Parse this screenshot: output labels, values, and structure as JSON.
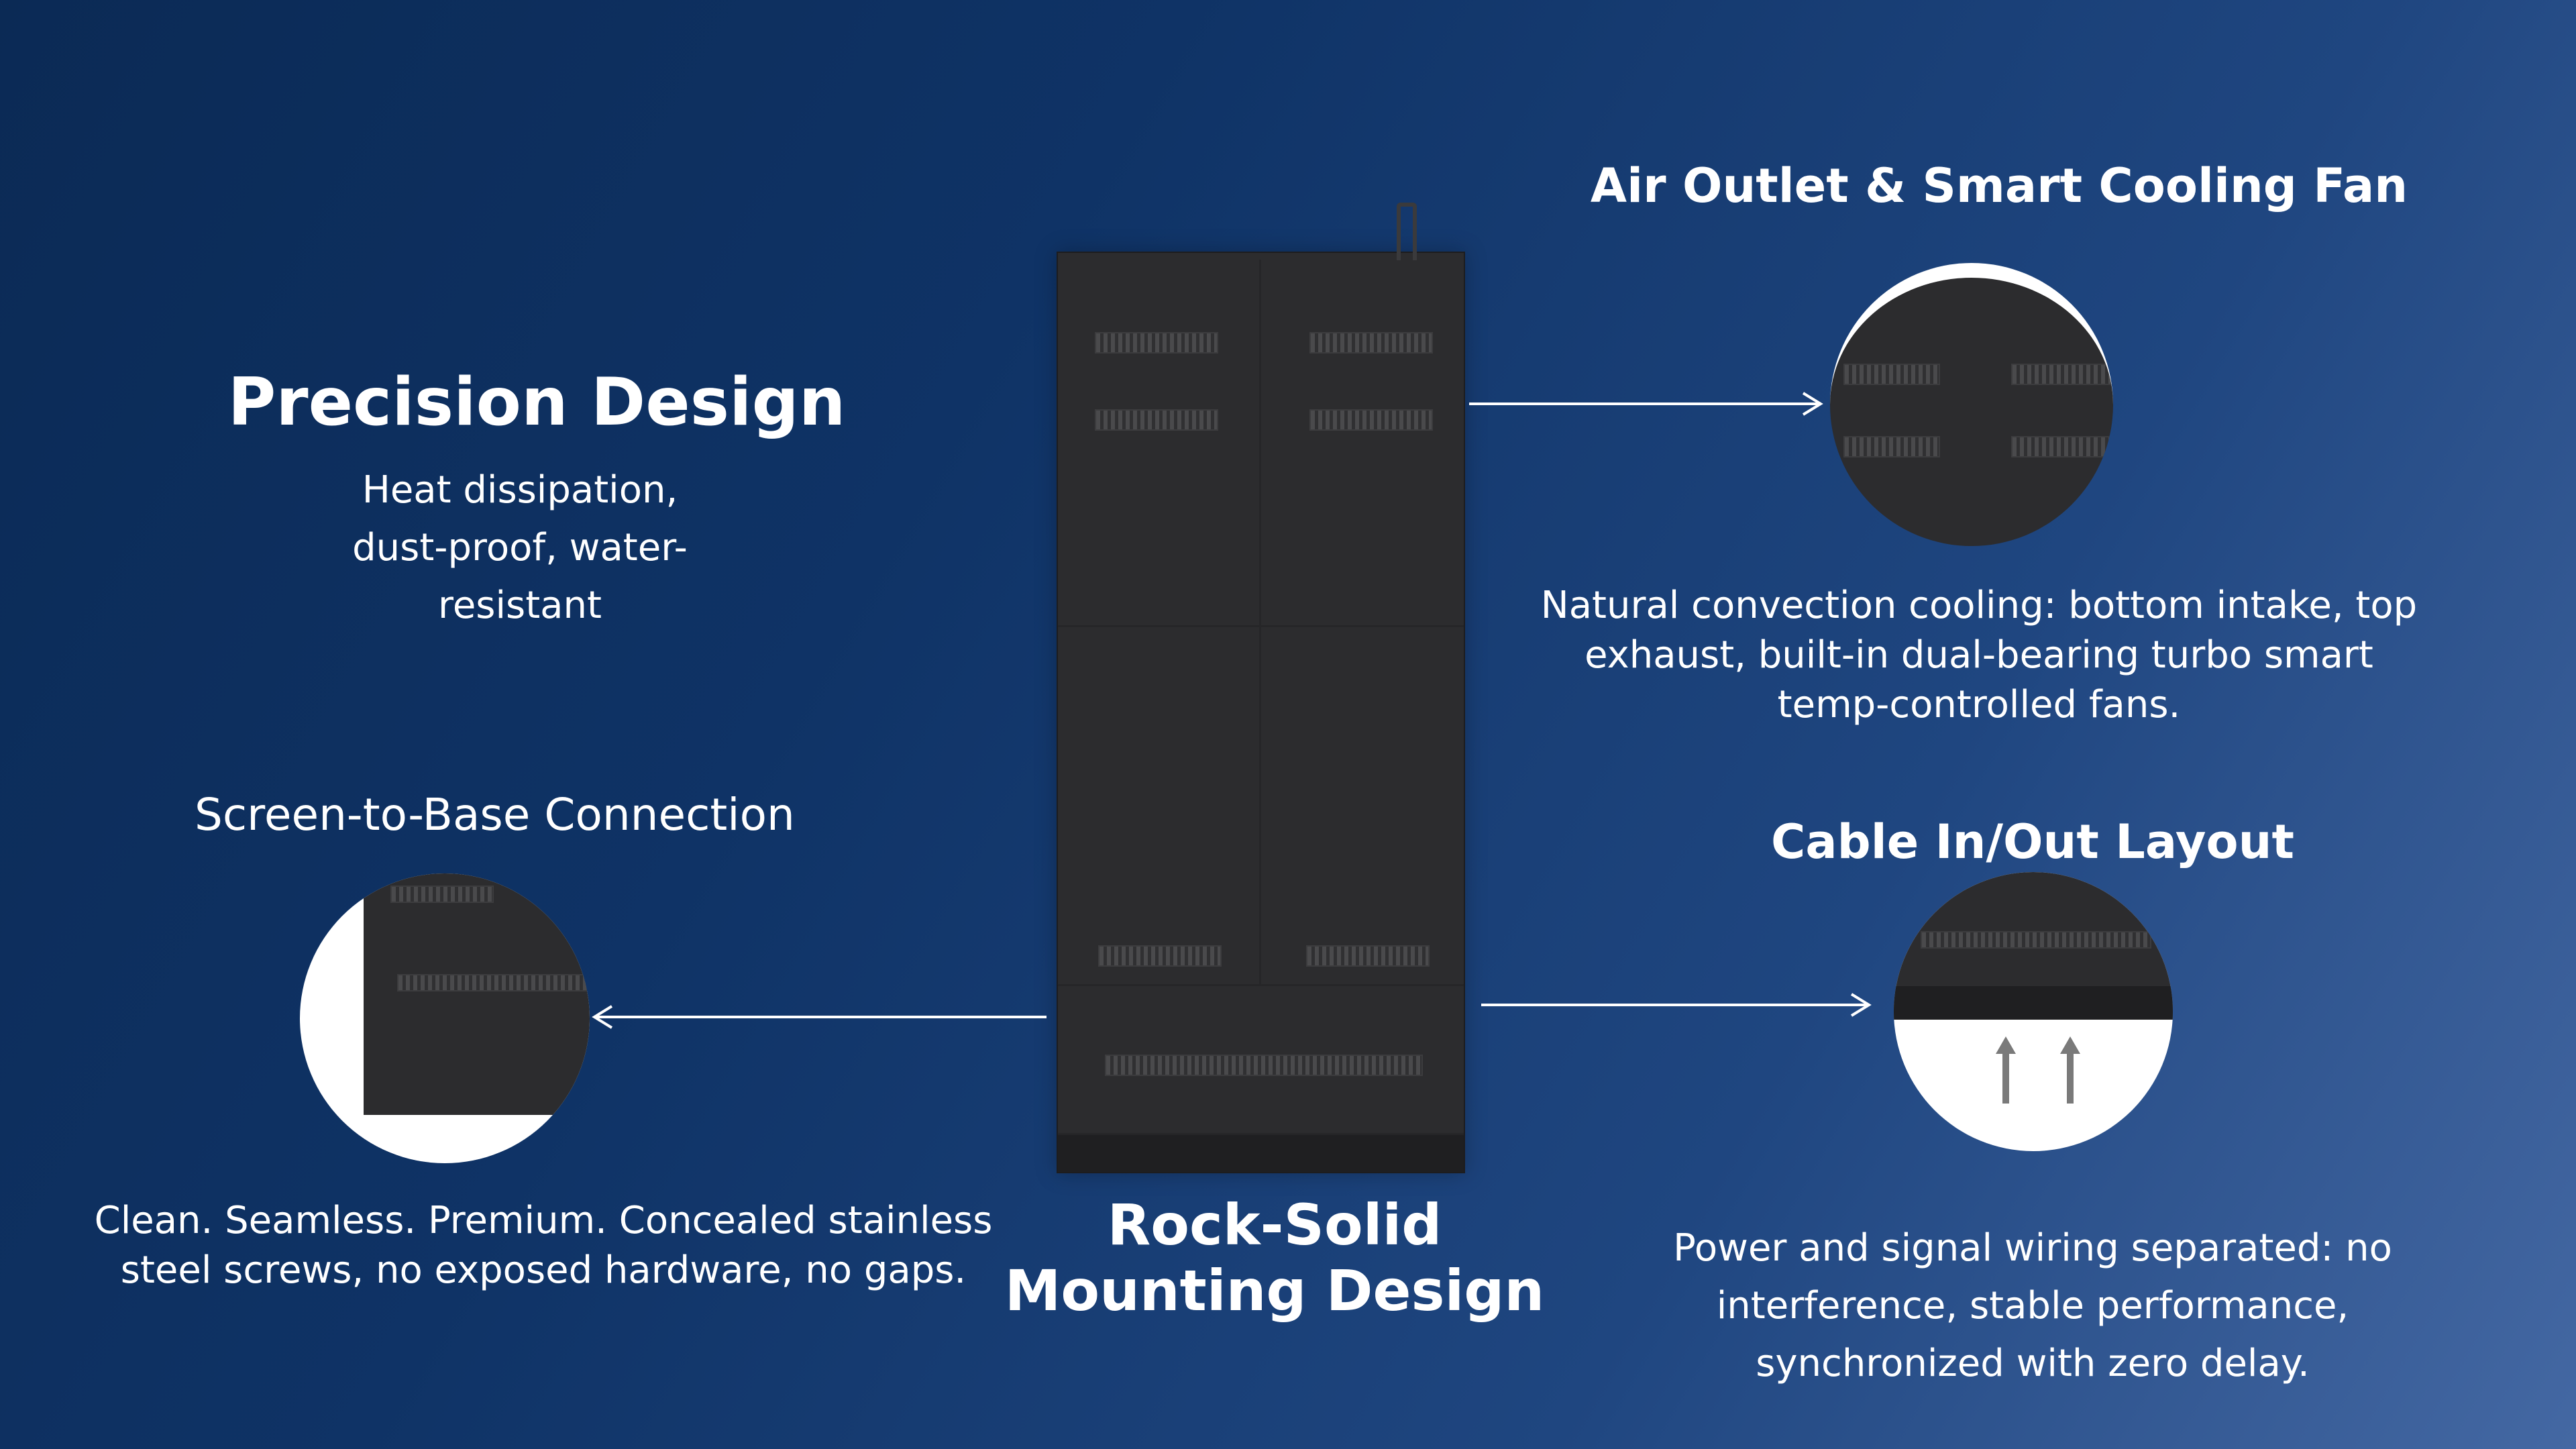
{
  "precision": {
    "title": "Precision Design",
    "desc_lines": [
      "Heat dissipation,",
      "dust-proof, water-",
      "resistant"
    ]
  },
  "air_outlet": {
    "title": "Air Outlet & Smart Cooling Fan",
    "desc_lines": [
      "Natural convection cooling: bottom intake, top",
      "exhaust, built-in dual-bearing turbo smart",
      "temp-controlled fans."
    ]
  },
  "screen_base": {
    "title": "Screen-to-Base Connection",
    "desc_lines": [
      "Clean. Seamless. Premium. Concealed stainless",
      "steel screws, no exposed hardware, no gaps."
    ]
  },
  "cable": {
    "title": "Cable In/Out Layout",
    "desc_lines": [
      "Power and signal wiring separated: no",
      "interference, stable performance,",
      "synchronized with zero delay."
    ]
  },
  "mounting": {
    "title_lines": [
      "Rock-Solid",
      "Mounting Design"
    ]
  },
  "colors": {
    "bg_start": "#0b2a55",
    "bg_end": "#4468a3",
    "cabinet": "#2c2c2e",
    "text": "#ffffff"
  }
}
